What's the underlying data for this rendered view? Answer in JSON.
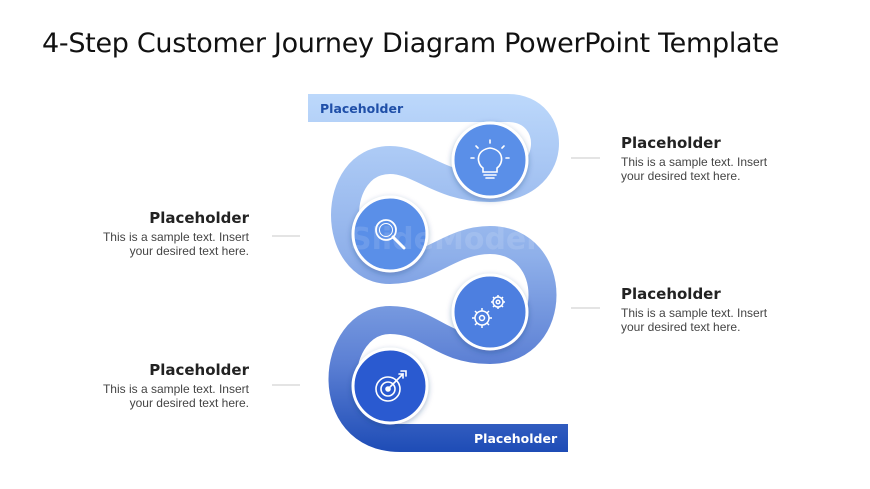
{
  "title": "4-Step Customer Journey Diagram PowerPoint Template",
  "path": {
    "start_label": "Placeholder",
    "end_label": "Placeholder",
    "colors": {
      "top": "#b9d6fb",
      "middle": "#8fb0ea",
      "bottom": "#1f4fb8",
      "circle": "#5a8fe8",
      "start_text": "#1f4fa8",
      "end_text": "#ffffff"
    }
  },
  "watermark": "SlideModel",
  "steps": [
    {
      "icon": "lightbulb-icon",
      "side": "right",
      "heading": "Placeholder",
      "line1": "This is a sample text. Insert",
      "line2": "your desired text here."
    },
    {
      "icon": "magnifier-icon",
      "side": "left",
      "heading": "Placeholder",
      "line1": "This is a sample text. Insert",
      "line2": "your desired text here."
    },
    {
      "icon": "gears-icon",
      "side": "right",
      "heading": "Placeholder",
      "line1": "This is a sample text. Insert",
      "line2": "your desired text here."
    },
    {
      "icon": "target-icon",
      "side": "left",
      "heading": "Placeholder",
      "line1": "This is a sample text. Insert",
      "line2": "your desired text here."
    }
  ]
}
